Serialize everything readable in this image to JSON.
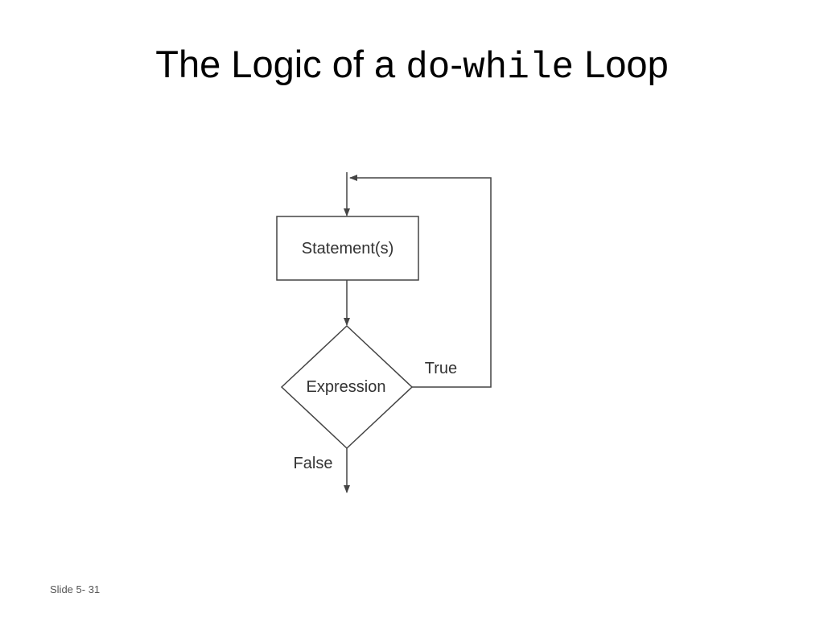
{
  "slide": {
    "title": {
      "part1": "The Logic of a ",
      "code1": "do",
      "dash": "-",
      "code2": "while",
      "part2": " Loop"
    },
    "footer": "Slide 5- 31"
  },
  "flowchart": {
    "statement_label": "Statement(s)",
    "expression_label": "Expression",
    "true_label": "True",
    "false_label": "False"
  }
}
